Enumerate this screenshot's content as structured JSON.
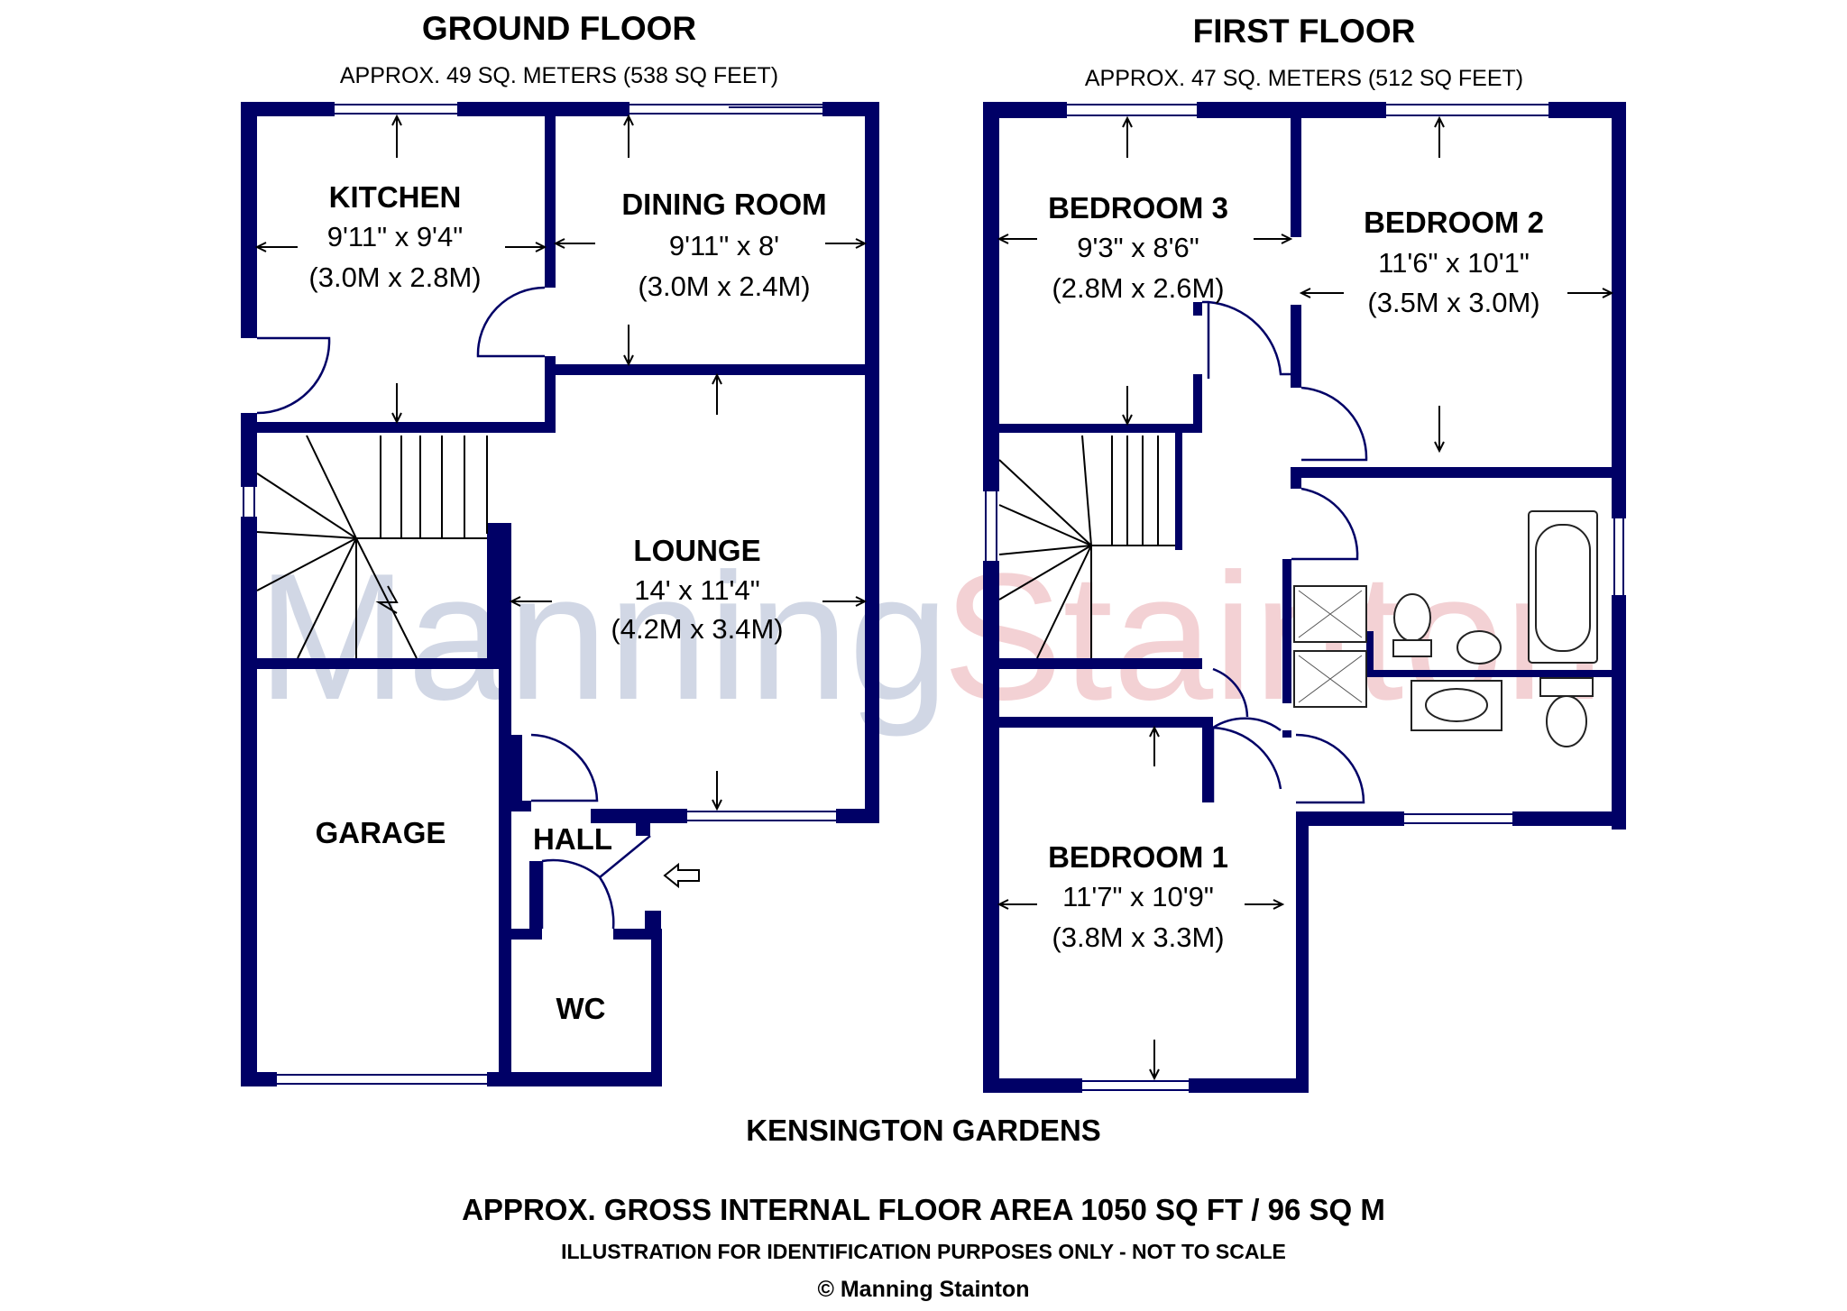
{
  "watermark": {
    "part1": "Manning",
    "part2": "Stainton"
  },
  "ground_floor": {
    "title": "GROUND FLOOR",
    "area": "APPROX. 49 SQ. METERS (538 SQ FEET)",
    "rooms": {
      "kitchen": {
        "name": "KITCHEN",
        "imperial": "9'11\" x 9'4\"",
        "metric": "(3.0M x 2.8M)"
      },
      "dining": {
        "name": "DINING ROOM",
        "imperial": "9'11\" x 8'",
        "metric": "(3.0M x 2.4M)"
      },
      "lounge": {
        "name": "LOUNGE",
        "imperial": "14' x 11'4\"",
        "metric": "(4.2M x 3.4M)"
      },
      "garage": {
        "name": "GARAGE"
      },
      "hall": {
        "name": "HALL"
      },
      "wc": {
        "name": "WC"
      }
    }
  },
  "first_floor": {
    "title": "FIRST FLOOR",
    "area": "APPROX. 47 SQ. METERS (512 SQ FEET)",
    "rooms": {
      "bedroom3": {
        "name": "BEDROOM 3",
        "imperial": "9'3\" x 8'6\"",
        "metric": "(2.8M x 2.6M)"
      },
      "bedroom2": {
        "name": "BEDROOM 2",
        "imperial": "11'6\" x 10'1\"",
        "metric": "(3.5M x 3.0M)"
      },
      "bedroom1": {
        "name": "BEDROOM 1",
        "imperial": "11'7\" x 10'9\"",
        "metric": "(3.8M x 3.3M)"
      }
    }
  },
  "footer": {
    "property": "KENSINGTON GARDENS",
    "gross_area": "APPROX. GROSS INTERNAL FLOOR AREA 1050 SQ FT / 96 SQ M",
    "disclaimer": "ILLUSTRATION FOR IDENTIFICATION PURPOSES ONLY - NOT TO SCALE",
    "copyright": "© Manning Stainton"
  },
  "colors": {
    "wall": "#000066",
    "watermark_blue": "#c9d0e0",
    "watermark_red": "#f1c9cc"
  }
}
